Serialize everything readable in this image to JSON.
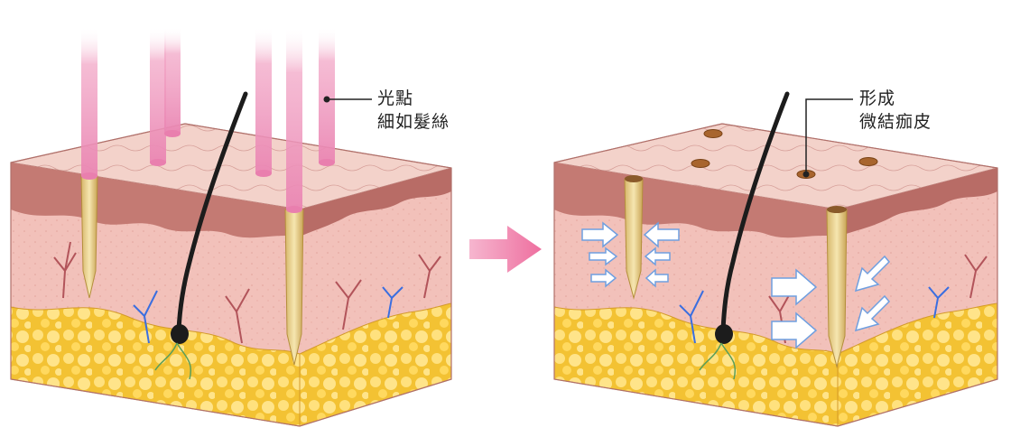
{
  "left_panel": {
    "callout_line1": "光點",
    "callout_line2": "細如髮絲"
  },
  "right_panel": {
    "callout_line1": "形成",
    "callout_line2": "微結痂皮"
  },
  "colors": {
    "laser_beam": "#f2a6c6",
    "arrow": "#f07aa6",
    "epidermis": "#f3d3cc",
    "dermis_band": "#c97a74",
    "dermis": "#f2c4bd",
    "fat_layer": "#f5c63a",
    "fat_cell": "#ffe07a",
    "hair": "#1c1c1c",
    "channel": "#e9d28c",
    "scab": "#a8652e"
  }
}
